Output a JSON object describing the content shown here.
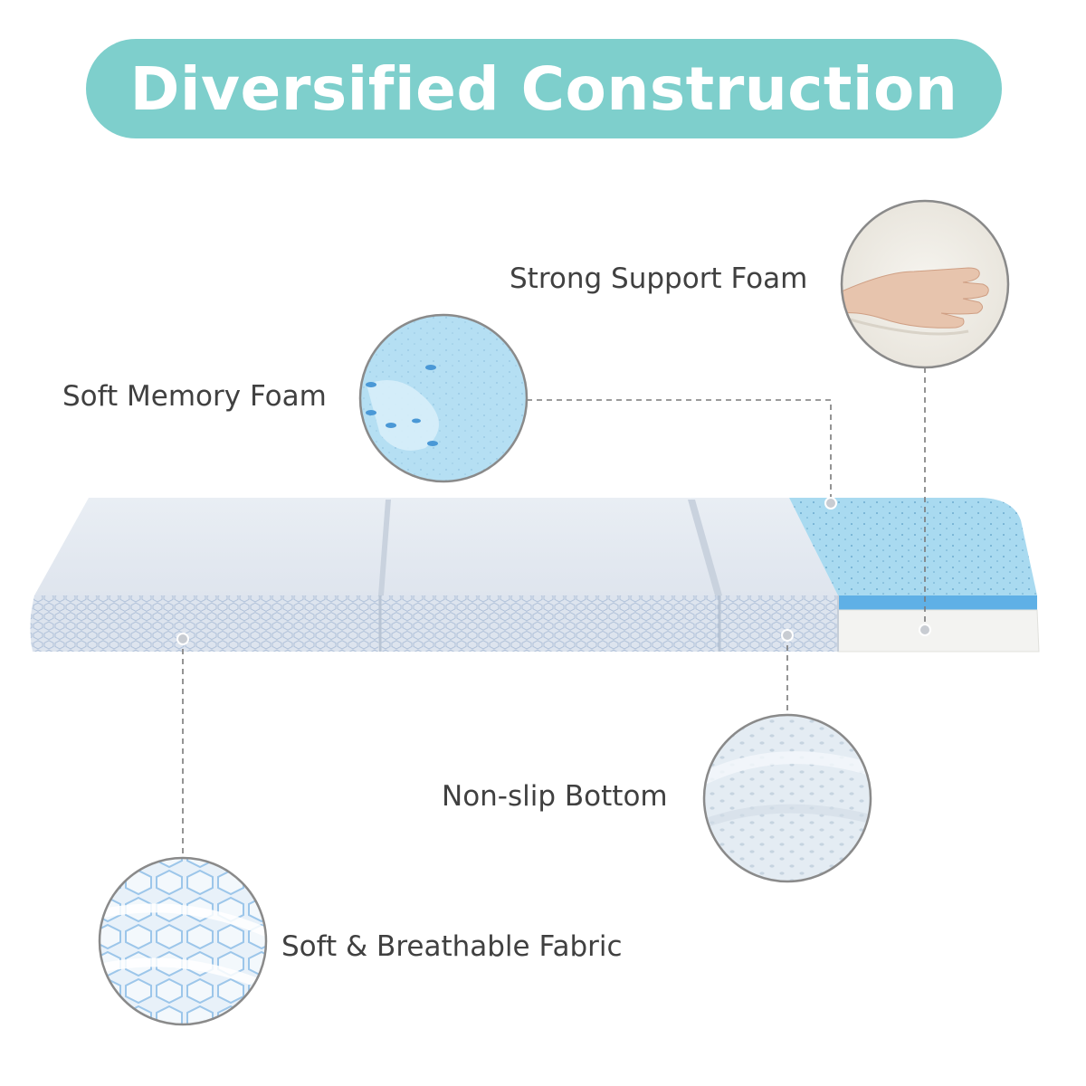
{
  "title": "Diversified Construction",
  "labels": {
    "support": "Strong Support Foam",
    "memory": "Soft Memory Foam",
    "nonslip": "Non-slip Bottom",
    "fabric": "Soft & Breathable Fabric"
  },
  "colors": {
    "title_pill": "#7ecfcc",
    "title_text": "#ffffff",
    "label_text": "#404040",
    "fabric_cover": "#dfe6ef",
    "memory_foam": "#aedcf0",
    "support_foam": "#f2f2f0",
    "leader_line": "#7a7a7a",
    "callout_ring": "#8a8a8a"
  },
  "icons": {
    "support_callout": "hand-press-icon",
    "memory_callout": "memory-foam-imprint-icon",
    "nonslip_callout": "dotted-bottom-texture-icon",
    "fabric_callout": "honeycomb-fabric-icon"
  }
}
